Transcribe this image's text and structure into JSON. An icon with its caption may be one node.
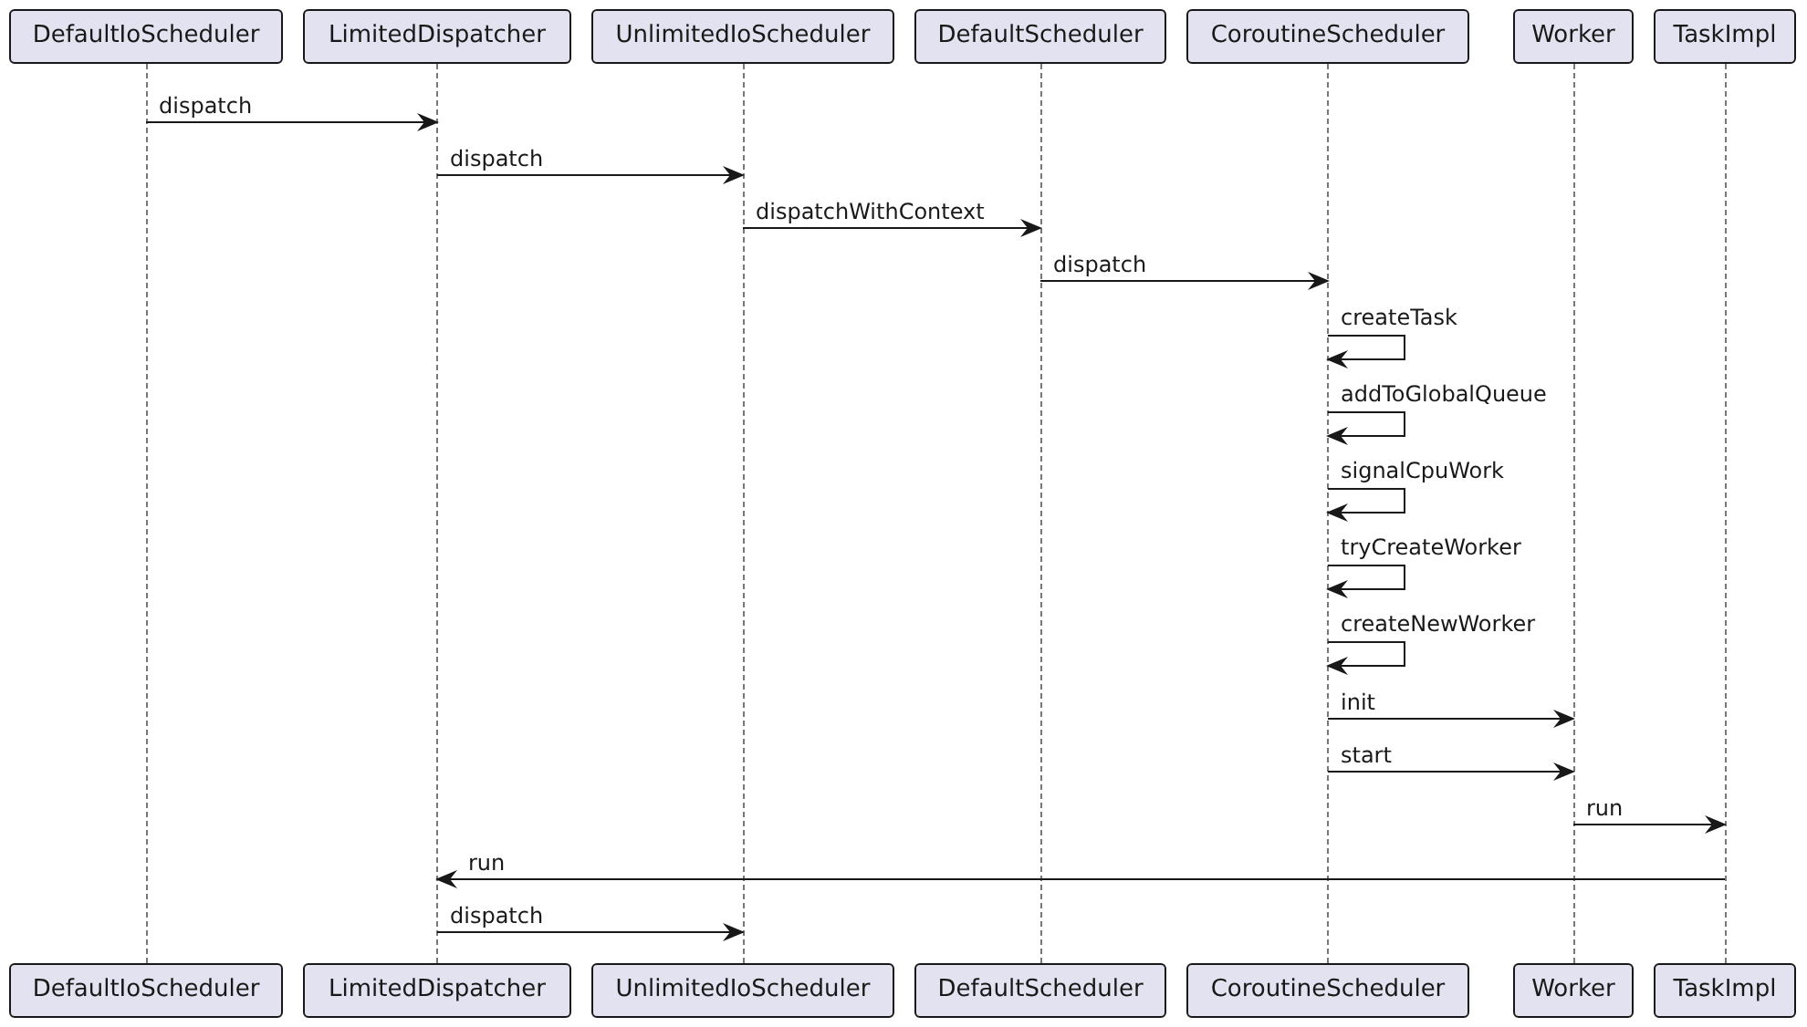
{
  "diagram": {
    "nodes": [
      {
        "text": [
          "DefaultIoScheduler"
        ]
      },
      {
        "text": [
          "LimitedDispatcher"
        ]
      },
      {
        "text": [
          "UnlimitedIoScheduler"
        ]
      },
      {
        "text": [
          "DefaultScheduler"
        ]
      },
      {
        "text": [
          "CoroutineScheduler"
        ]
      },
      {
        "text": [
          "Worker"
        ]
      },
      {
        "text": [
          "TaskImpl"
        ]
      },
      {
        "text": [],
        "shape": "line"
      },
      {
        "text": [],
        "shape": "line"
      },
      {
        "text": [],
        "shape": "line"
      },
      {
        "text": [],
        "shape": "line"
      },
      {
        "text": [],
        "shape": "line"
      },
      {
        "text": [],
        "shape": "line"
      },
      {
        "text": [],
        "shape": "line"
      },
      {
        "text": [
          "DefaultIoScheduler"
        ]
      },
      {
        "text": [
          "LimitedDispatcher"
        ]
      },
      {
        "text": [
          "UnlimitedIoScheduler"
        ]
      },
      {
        "text": [
          "DefaultScheduler"
        ]
      },
      {
        "text": [
          "CoroutineScheduler"
        ]
      },
      {
        "text": [
          "Worker"
        ]
      },
      {
        "text": [
          "TaskImpl"
        ]
      }
    ],
    "edges": [
      {
        "from": 7,
        "to": 8,
        "arrow": "to",
        "label": "dispatch"
      },
      {
        "from": 8,
        "to": 9,
        "arrow": "to",
        "label": "dispatch"
      },
      {
        "from": 9,
        "to": 10,
        "arrow": "to",
        "label": "dispatchWithContext"
      },
      {
        "from": 10,
        "to": 11,
        "arrow": "to",
        "label": "dispatch"
      },
      {
        "from": 11,
        "to": 11,
        "arrow": "to",
        "label": "createTask"
      },
      {
        "from": 11,
        "to": 11,
        "arrow": "to",
        "label": "addToGlobalQueue"
      },
      {
        "from": 11,
        "to": 11,
        "arrow": "to",
        "label": "signalCpuWork"
      },
      {
        "from": 11,
        "to": 11,
        "arrow": "to",
        "label": "tryCreateWorker"
      },
      {
        "from": 11,
        "to": 11,
        "arrow": "to",
        "label": "createNewWorker"
      },
      {
        "from": 11,
        "to": 12,
        "arrow": "to",
        "label": "init"
      },
      {
        "from": 11,
        "to": 12,
        "arrow": "to",
        "label": "start"
      },
      {
        "from": 12,
        "to": 13,
        "arrow": "to",
        "label": "run"
      },
      {
        "from": 13,
        "to": 8,
        "arrow": "to",
        "label": "run"
      },
      {
        "from": 8,
        "to": 9,
        "arrow": "to",
        "label": "dispatch"
      }
    ]
  }
}
